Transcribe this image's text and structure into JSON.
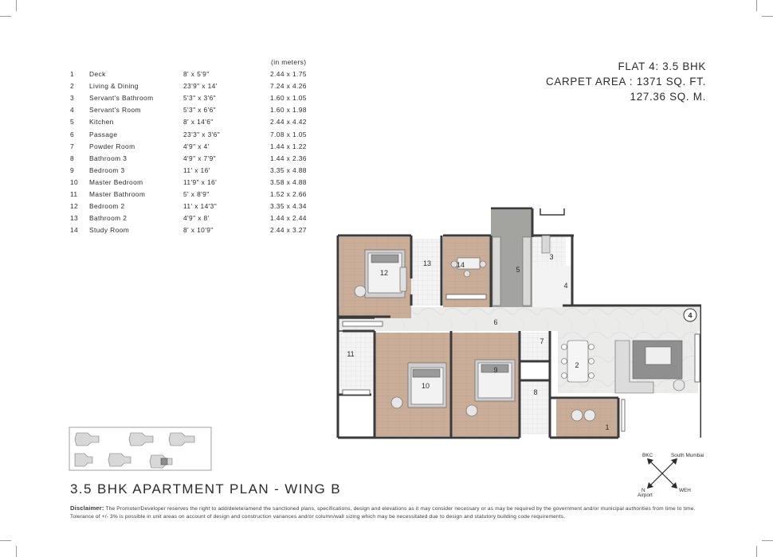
{
  "room_table": {
    "unit_header": "(in meters)",
    "rows": [
      {
        "no": "1",
        "name": "Deck",
        "feet": "8' x 5'9\"",
        "meters": "2.44 x 1.75"
      },
      {
        "no": "2",
        "name": "Living & Dining",
        "feet": "23'9\" x 14'",
        "meters": "7.24 x 4.26"
      },
      {
        "no": "3",
        "name": "Servant's Bathroom",
        "feet": "5'3\" x 3'6\"",
        "meters": "1.60 x 1.05"
      },
      {
        "no": "4",
        "name": "Servant's Room",
        "feet": "5'3\" x 6'6\"",
        "meters": "1.60 x 1.98"
      },
      {
        "no": "5",
        "name": "Kitchen",
        "feet": "8' x 14'6\"",
        "meters": "2.44 x 4.42"
      },
      {
        "no": "6",
        "name": "Passage",
        "feet": "23'3\" x 3'6\"",
        "meters": "7.08 x 1.05"
      },
      {
        "no": "7",
        "name": "Powder Room",
        "feet": "4'9\" x 4'",
        "meters": "1.44 x 1.22"
      },
      {
        "no": "8",
        "name": "Bathroom 3",
        "feet": "4'9\" x 7'9\"",
        "meters": "1.44 x 2.36"
      },
      {
        "no": "9",
        "name": "Bedroom 3",
        "feet": "11' x 16'",
        "meters": "3.35 x 4.88"
      },
      {
        "no": "10",
        "name": "Master Bedroom",
        "feet": "11'9\" x 16'",
        "meters": "3.58 x 4.88"
      },
      {
        "no": "11",
        "name": "Master Bathroom",
        "feet": "5' x 8'9\"",
        "meters": "1.52 x 2.66"
      },
      {
        "no": "12",
        "name": "Bedroom 2",
        "feet": "11' x 14'3\"",
        "meters": "3.35 x 4.34"
      },
      {
        "no": "13",
        "name": "Bathroom 2",
        "feet": "4'9\" x 8'",
        "meters": "1.44 x 2.44"
      },
      {
        "no": "14",
        "name": "Study Room",
        "feet": "8' x 10'9\"",
        "meters": "2.44 x 3.27"
      }
    ]
  },
  "flat_info": {
    "flat": "FLAT 4: 3.5 BHK",
    "carpet_area": "CARPET AREA : 1371 SQ. FT.",
    "carpet_area_m": "127.36 SQ. M."
  },
  "plan": {
    "title": "3.5 BHK APARTMENT PLAN - WING B",
    "room_labels": [
      "1",
      "2",
      "3",
      "4",
      "5",
      "6",
      "7",
      "8",
      "9",
      "10",
      "11",
      "12",
      "13",
      "14"
    ],
    "unit_marker": "4"
  },
  "compass": {
    "bkc": "BKC",
    "south_mumbai": "South Mumbai",
    "north": "N",
    "airport": "Airport",
    "weh": "WEH"
  },
  "disclaimer": {
    "label": "Disclaimer:",
    "text": "The Promoter/Developer reserves the right to add/delete/amend the sanctioned plans, specifications, design and elevations as it may consider necessary or as may be required by the government and/or municipal authorities from time to time. Tolerance of +/- 3% is possible in unit areas on account of design and construction variances and/or column/wall sizing which may be necessitated due to design and statutory building code requirements."
  },
  "colors": {
    "wood_floor": "#c9ad98",
    "marble_floor": "#e9e9e7",
    "kitchen_floor": "#a3a3a0",
    "wall": "#3a3a3a",
    "text": "#2b2b2b"
  }
}
